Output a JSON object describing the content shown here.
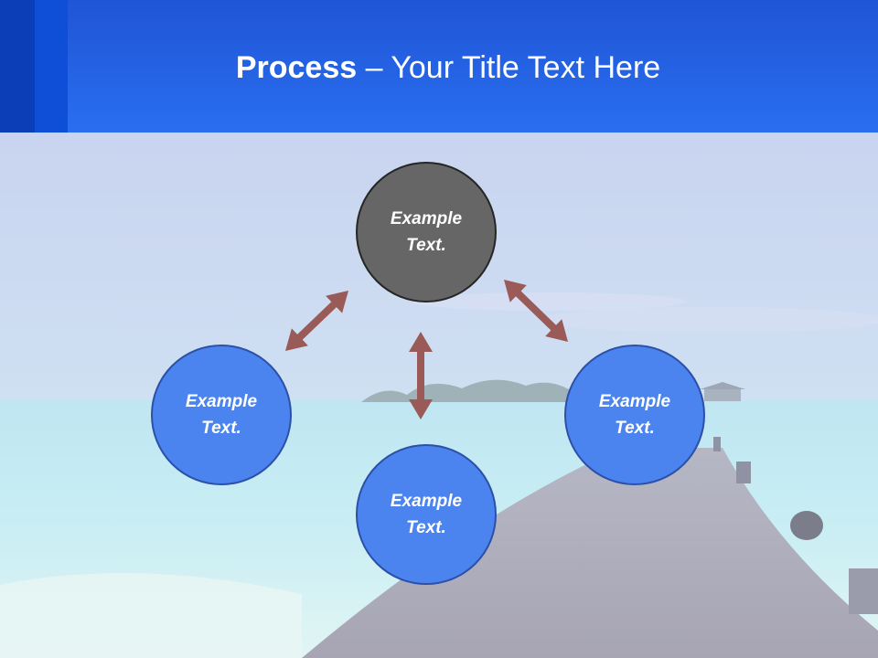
{
  "slide": {
    "title_bold": "Process",
    "title_rest": " – Your Title Text Here"
  },
  "nodes": {
    "top": {
      "line1": "Example",
      "line2": "Text."
    },
    "left": {
      "line1": "Example",
      "line2": "Text."
    },
    "right": {
      "line1": "Example",
      "line2": "Text."
    },
    "bottom": {
      "line1": "Example",
      "line2": "Text."
    }
  },
  "colors": {
    "header": "#2a6ef0",
    "center_node": "#666666",
    "outer_node": "#4b84ee",
    "arrow": "#9a5a57"
  },
  "icons": {
    "arrows": "double-headed-arrow",
    "background": "pier-ocean-photo"
  }
}
